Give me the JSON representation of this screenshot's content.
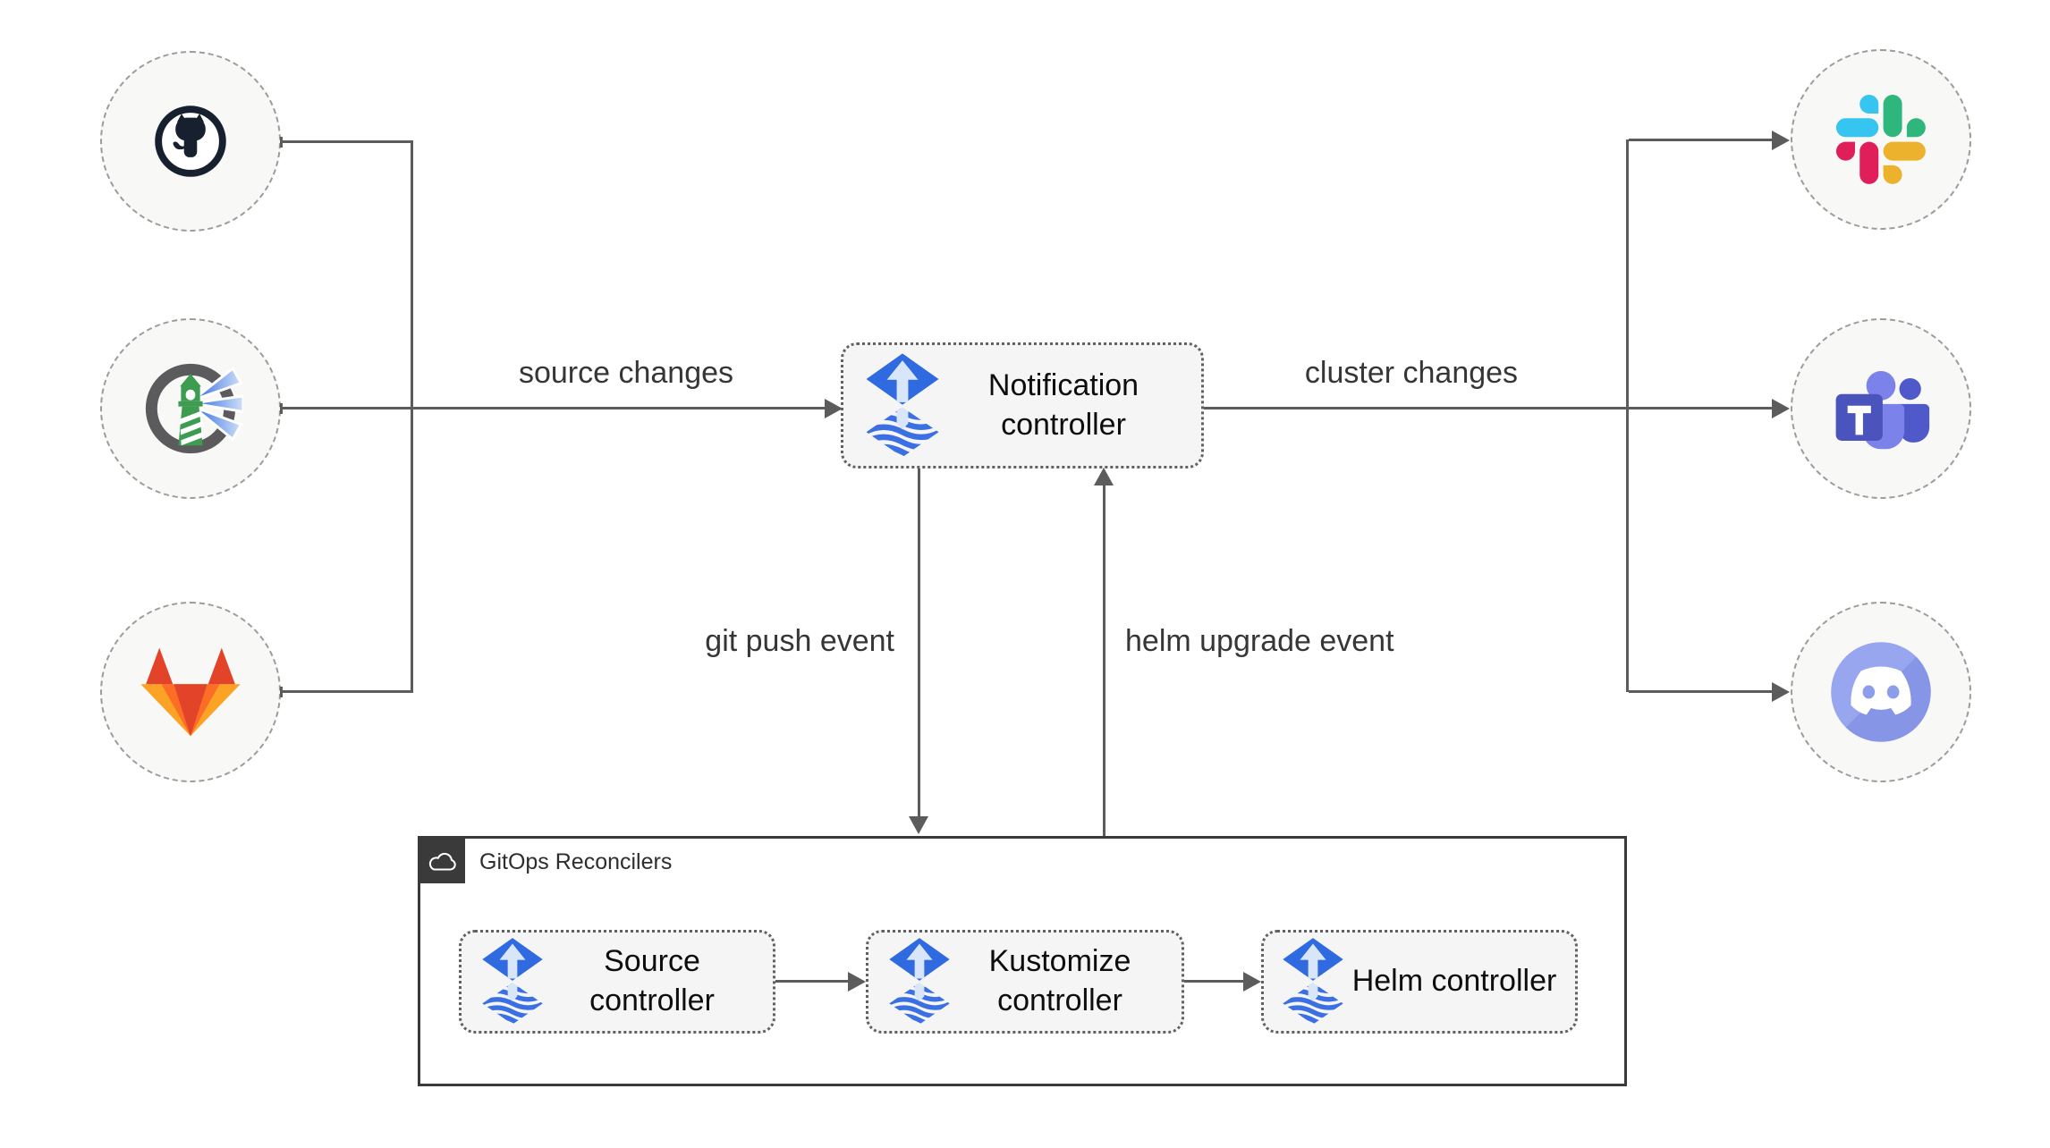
{
  "diagram": {
    "sources": [
      {
        "name": "GitHub",
        "icon": "github-icon"
      },
      {
        "name": "Harbor",
        "icon": "harbor-icon"
      },
      {
        "name": "GitLab",
        "icon": "gitlab-icon"
      }
    ],
    "targets": [
      {
        "name": "Slack",
        "icon": "slack-icon"
      },
      {
        "name": "Microsoft Teams",
        "icon": "teams-icon"
      },
      {
        "name": "Discord",
        "icon": "discord-icon"
      }
    ],
    "notification_controller": {
      "label": "Notification controller",
      "icon": "flux-icon"
    },
    "edge_labels": {
      "source_changes": "source changes",
      "cluster_changes": "cluster changes",
      "git_push_event": "git push event",
      "helm_upgrade_event": "helm upgrade event"
    },
    "reconcilers": {
      "title": "GitOps Reconcilers",
      "icon": "cloud-icon",
      "controllers": [
        {
          "label": "Source controller",
          "icon": "flux-icon"
        },
        {
          "label": "Kustomize controller",
          "icon": "flux-icon"
        },
        {
          "label": "Helm controller",
          "icon": "flux-icon"
        }
      ]
    },
    "colors": {
      "line": "#5c5c5c",
      "box_fill": "#f5f5f5",
      "box_border": "#616161",
      "container_border": "#3a3a3a",
      "node_fill": "#f8f8f6",
      "node_border": "#9c9c9c",
      "flux_blue": "#2f6ae0",
      "github_dark": "#16202e",
      "harbor_gray": "#5b5b5e",
      "harbor_green": "#3d9c50",
      "gitlab_red": "#e24329",
      "gitlab_orange": "#fc6d26",
      "gitlab_yellow": "#fca326",
      "slack_blue": "#36c5f0",
      "slack_green": "#2eb67d",
      "slack_red": "#e01e5a",
      "slack_yellow": "#ecb22e",
      "teams_purple": "#4b53bc",
      "teams_light_purple": "#7b83eb",
      "discord_blurple": "#8c9eea"
    }
  }
}
